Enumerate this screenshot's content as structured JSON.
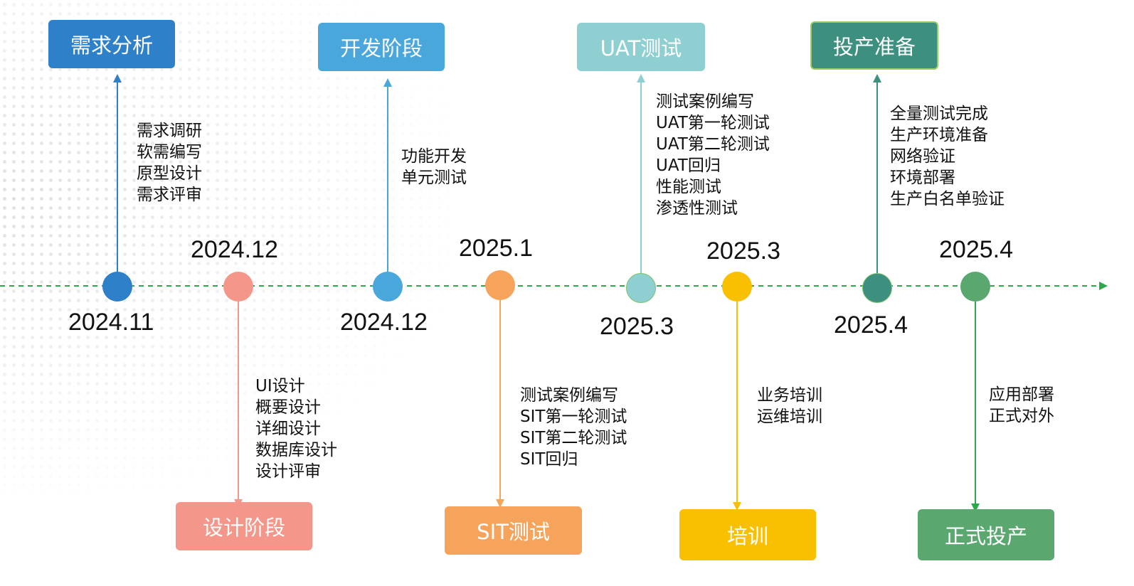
{
  "colors": {
    "axis": "#2ea84d",
    "req": "#2e80c8",
    "design": "#f4978a",
    "dev": "#4aa7dc",
    "sit": "#f6a35c",
    "uat": "#8ecfd2",
    "train": "#f8c000",
    "prep": "#3d8f80",
    "launch": "#5aa870"
  },
  "phases": {
    "req": {
      "label": "需求分析",
      "date": "2024.11",
      "tasks": [
        "需求调研",
        "软需编写",
        "原型设计",
        "需求评审"
      ]
    },
    "design": {
      "label": "设计阶段",
      "date": "2024.12",
      "tasks": [
        "UI设计",
        "概要设计",
        "详细设计",
        "数据库设计",
        "设计评审"
      ]
    },
    "dev": {
      "label": "开发阶段",
      "date": "2024.12",
      "tasks": [
        "功能开发",
        "单元测试"
      ]
    },
    "sit": {
      "label": "SIT测试",
      "date": "2025.1",
      "tasks": [
        "测试案例编写",
        "SIT第一轮测试",
        "SIT第二轮测试",
        "SIT回归"
      ]
    },
    "uat": {
      "label": "UAT测试",
      "date": "2025.3",
      "tasks": [
        "测试案例编写",
        "UAT第一轮测试",
        "UAT第二轮测试",
        "UAT回归",
        "性能测试",
        "渗透性测试"
      ]
    },
    "train": {
      "label": "培训",
      "date": "2025.3",
      "tasks": [
        "业务培训",
        "运维培训"
      ]
    },
    "prep": {
      "label": "投产准备",
      "date": "2025.4",
      "tasks": [
        "全量测试完成",
        "生产环境准备",
        "网络验证",
        "环境部署",
        "生产白名单验证"
      ]
    },
    "launch": {
      "label": "正式投产",
      "date": "2025.4",
      "tasks": [
        "应用部署",
        "正式对外"
      ]
    }
  }
}
